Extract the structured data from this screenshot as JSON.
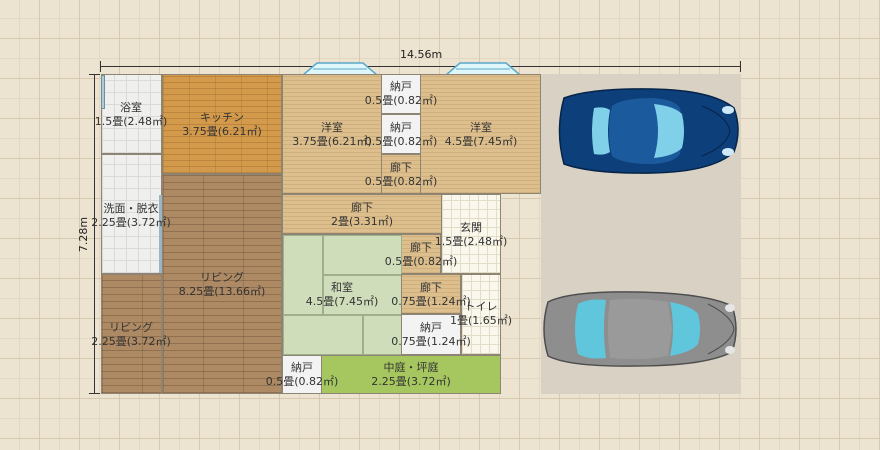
{
  "dimensions": {
    "width_label": "14.56m",
    "height_label": "7.28m"
  },
  "rooms": {
    "bath": {
      "name": "浴室",
      "size": "1.5畳(2.48㎡)"
    },
    "kitchen": {
      "name": "キッチン",
      "size": "3.75畳(6.21㎡)"
    },
    "western1": {
      "name": "洋室",
      "size": "3.75畳(6.21㎡)"
    },
    "closet1": {
      "name": "納戸",
      "size": "0.5畳(0.82㎡)"
    },
    "closet2": {
      "name": "納戸",
      "size": "0.5畳(0.82㎡)"
    },
    "hall1": {
      "name": "廊下",
      "size": "0.5畳(0.82㎡)"
    },
    "western2": {
      "name": "洋室",
      "size": "4.5畳(7.45㎡)"
    },
    "washroom": {
      "name": "洗面・脱衣",
      "size": "2.25畳(3.72㎡)"
    },
    "hall2": {
      "name": "廊下",
      "size": "2畳(3.31㎡)"
    },
    "entrance": {
      "name": "玄関",
      "size": "1.5畳(2.48㎡)"
    },
    "hall3": {
      "name": "廊下",
      "size": "0.5畳(0.82㎡)"
    },
    "living_main": {
      "name": "リビング",
      "size": "8.25畳(13.66㎡)"
    },
    "japanese": {
      "name": "和室",
      "size": "4.5畳(7.45㎡)"
    },
    "hall4": {
      "name": "廊下",
      "size": "0.75畳(1.24㎡)"
    },
    "toilet": {
      "name": "トイレ",
      "size": "1畳(1.65㎡)"
    },
    "living_small": {
      "name": "リビング",
      "size": "2.25畳(3.72㎡)"
    },
    "closet3": {
      "name": "納戸",
      "size": "0.75畳(1.24㎡)"
    },
    "closet4": {
      "name": "納戸",
      "size": "0.5畳(0.82㎡)"
    },
    "courtyard": {
      "name": "中庭・坪庭",
      "size": "2.25畳(3.72㎡)"
    }
  },
  "cars": {
    "car1_color": "#0d3f7a",
    "car2_color": "#8e8e8e"
  },
  "colors": {
    "background": "#ede3d1",
    "tatami": "#cfddbb",
    "garden": "#a6c760",
    "car_blue": "#0d3f7a",
    "car_gray": "#8e8e8e"
  }
}
